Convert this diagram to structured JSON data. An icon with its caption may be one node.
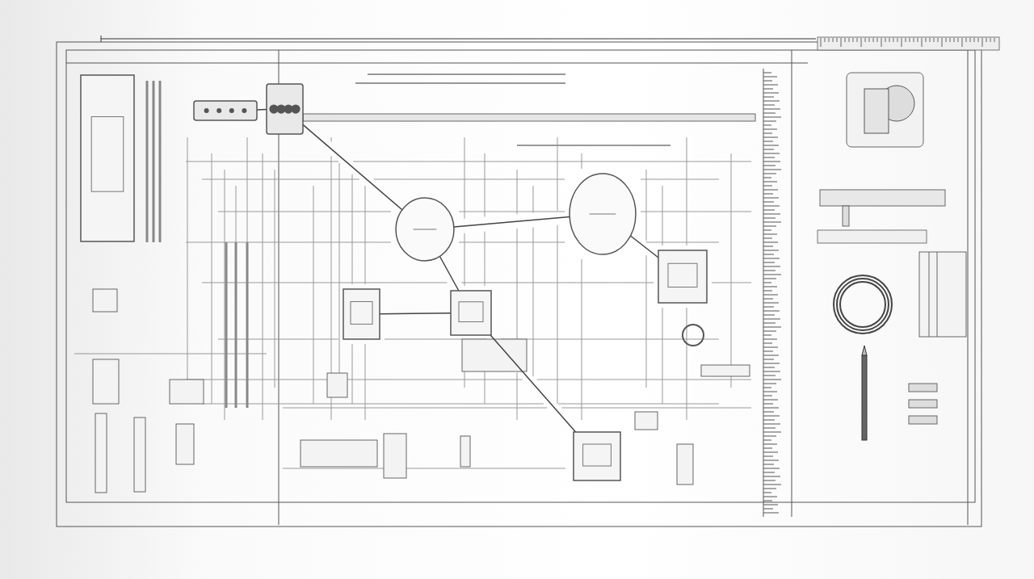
{
  "diagram": {
    "nodes": [
      {
        "text": [],
        "shape": "box"
      },
      {
        "text": [],
        "shape": "picture"
      },
      {
        "text": [],
        "shape": "picture"
      },
      {
        "text": [],
        "shape": "circle"
      },
      {
        "text": [],
        "shape": "circle"
      },
      {
        "text": [],
        "shape": "box"
      },
      {
        "text": [],
        "shape": "box"
      },
      {
        "text": [],
        "shape": "box"
      },
      {
        "text": [],
        "shape": "box"
      }
    ],
    "edges": [
      {
        "from": 1,
        "to": 2,
        "arrow": "none"
      },
      {
        "from": 2,
        "to": 3,
        "arrow": "none"
      },
      {
        "from": 3,
        "to": 4,
        "arrow": "none"
      },
      {
        "from": 4,
        "to": 5,
        "arrow": "none"
      },
      {
        "from": 6,
        "to": 7,
        "arrow": "none"
      },
      {
        "from": 7,
        "to": 3,
        "arrow": "none"
      },
      {
        "from": 7,
        "to": 8,
        "arrow": "none"
      }
    ]
  }
}
